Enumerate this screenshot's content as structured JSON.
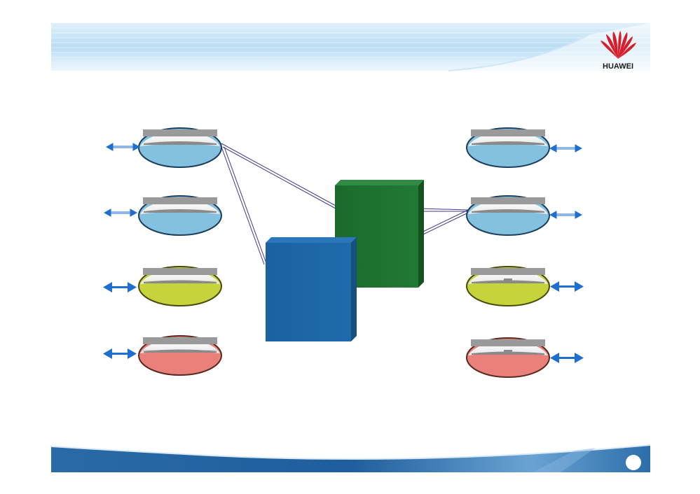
{
  "header": {
    "brand_name": "HUAWEI"
  },
  "footer": {
    "page_indicator": ""
  },
  "colors": {
    "header_band_light": "#eaf5fc",
    "header_band_mid": "#a8d4ef",
    "footer_band_dark": "#1b5d9c",
    "footer_band_light": "#9fc6e6",
    "brand_red": "#d81e2b",
    "ellipse_blue": "#84c1df",
    "ellipse_yellow": "#c4d43a",
    "ellipse_red": "#e9807c",
    "ellipse_stroke": "#1b3f5c",
    "ellipse_stroke_olive": "#4a4a0a",
    "ellipse_stroke_maroon": "#5a2a1a",
    "block_green": "#1c6b2e",
    "block_blue": "#1d65a6",
    "link_line": "#403a8a",
    "arrow_blue": "#1e6fd0"
  },
  "diagram": {
    "left_nodes": [
      {
        "id": "left-node-1",
        "fill": "blue"
      },
      {
        "id": "left-node-2",
        "fill": "blue"
      },
      {
        "id": "left-node-3",
        "fill": "yellow"
      },
      {
        "id": "left-node-4",
        "fill": "red"
      }
    ],
    "right_nodes": [
      {
        "id": "right-node-1",
        "fill": "blue"
      },
      {
        "id": "right-node-2",
        "fill": "blue"
      },
      {
        "id": "right-node-3",
        "fill": "yellow"
      },
      {
        "id": "right-node-4",
        "fill": "red"
      }
    ],
    "blocks": [
      {
        "id": "green-block",
        "color": "green"
      },
      {
        "id": "blue-block",
        "color": "blue"
      }
    ]
  }
}
